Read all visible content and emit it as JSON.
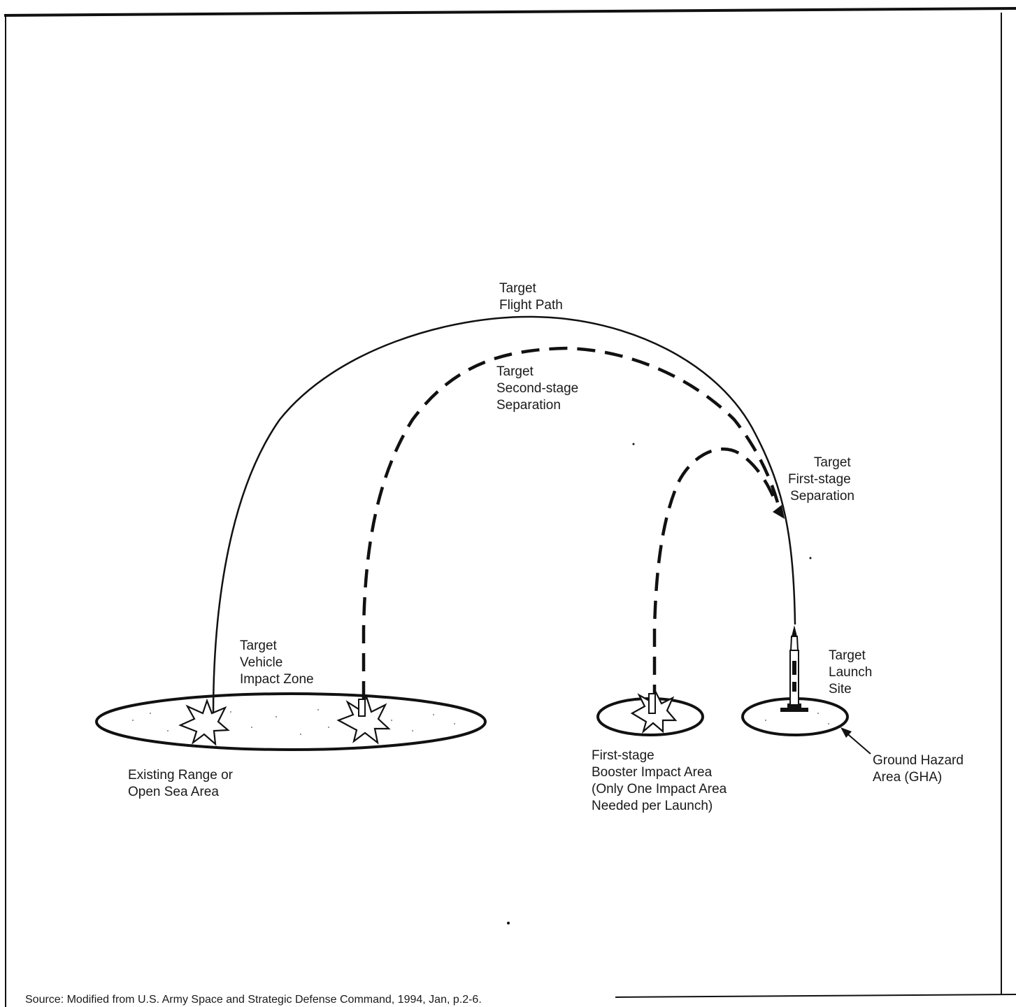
{
  "labels": {
    "flight_path": [
      "Target",
      "Flight Path"
    ],
    "second_stage": [
      "Target",
      "Second-stage",
      "Separation"
    ],
    "first_stage_sep": [
      "Target",
      "First-stage",
      "Separation"
    ],
    "impact_zone": [
      "Target",
      "Vehicle",
      "Impact Zone"
    ],
    "launch_site": [
      "Target",
      "Launch",
      "Site"
    ],
    "existing_range": [
      "Existing Range or",
      "Open Sea Area"
    ],
    "booster_impact": [
      "First-stage",
      "Booster Impact Area",
      "(Only One Impact Area",
      "Needed per Launch)"
    ],
    "ground_hazard": [
      "Ground Hazard",
      "Area (GHA)"
    ]
  },
  "source": "Source:  Modified from U.S. Army Space and Strategic Defense Command, 1994, Jan, p.2-6."
}
